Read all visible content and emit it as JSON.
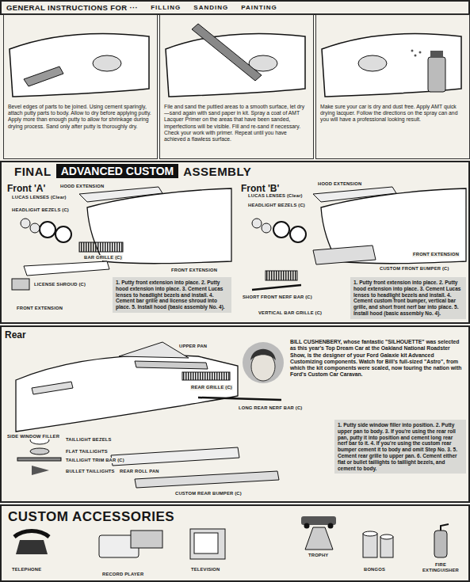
{
  "diagram": {
    "nodes": [
      {
        "text": [
          "GENERAL INSTRUCTIONS FOR ···",
          "FILLING",
          "SANDING",
          "PAINTING"
        ]
      },
      {
        "text": [
          "Bevel edges of parts to be joined. Using cement sparingly, attach putty parts to body. Allow to dry before applying putty. Apply more than enough putty to allow for shrinkage during drying process. Sand only after putty is thoroughly dry."
        ],
        "in": 0
      },
      {
        "text": [
          "File and sand the puttied areas to a smooth surface, let dry—sand again with sand paper in kit. Spray a coat of AMT Lacquer Primer on the areas that have been sanded, imperfections will be visible. Fill and re-sand if necessary. Check your work with primer. Repeat until you have achieved a flawless surface."
        ],
        "in": 0
      },
      {
        "text": [
          "Make sure your car is dry and dust free. Apply AMT quick drying lacquer. Follow the directions on the spray can and you will have a professional looking result."
        ],
        "in": 0
      },
      {
        "text": [
          "FINAL",
          "ADVANCED CUSTOM",
          "ASSEMBLY"
        ]
      },
      {
        "text": [
          "Front 'A'"
        ],
        "in": 4
      },
      {
        "text": [
          "1. Putty front extension into place. 2. Putty hood extension into place. 3. Cement Lucas lenses to headlight bezels and install. 4. Cement bar grille and license shroud into place. 5. Install hood (basic assembly No. 4)."
        ],
        "in": 5
      },
      {
        "text": [
          "Front 'B'"
        ],
        "in": 4
      },
      {
        "text": [
          "1. Putty front extension into place. 2. Putty hood extension into place. 3. Cement Lucas lenses to headlight bezels and install. 4. Cement custom front bumper, vertical bar grille, and short front nerf bar into place. 5. Install hood (basic assembly No. 4)."
        ],
        "in": 7
      },
      {
        "text": [
          "Rear"
        ]
      },
      {
        "text": [
          "1. Putty side window filler into position. 2. Putty upper pan to body. 3. If you're using the rear roll pan, putty it into position and cement long rear nerf bar to it. 4. If you're using the custom rear bumper cement it to body and omit Step No. 3. 5. Cement rear grille to upper pan. 6. Cement either flat or bullet taillights to taillight bezels, and cement to body."
        ],
        "in": 9
      },
      {
        "text": [
          "CUSTOM ACCESSORIES"
        ]
      }
    ],
    "labels": [
      "HOOD EXTENSION",
      "LUCAS LENSES (Clear)",
      "HEADLIGHT BEZELS (C)",
      "FRONT EXTENSION",
      "BAR GRILLE (C)",
      "LICENSE SHROUD (C)",
      "FRONT EXTENSION",
      "HOOD EXTENSION",
      "LUCAS LENSES (Clear)",
      "HEADLIGHT BEZELS (C)",
      "FRONT EXTENSION",
      "CUSTOM FRONT BUMPER (C)",
      "SHORT FRONT NERF BAR (C)",
      "VERTICAL BAR GRILLE (C)",
      "UPPER PAN",
      "REAR GRILLE (C)",
      "LONG REAR NERF BAR (C)",
      "SIDE WINDOW FILLER",
      "TAILLIGHT BEZELS",
      "FLAT TAILLIGHTS",
      "TAILLIGHT TRIM BAR (C)",
      "BULLET TAILLIGHTS",
      "REAR ROLL PAN",
      "CUSTOM REAR BUMPER (C)",
      "BILL CUSHENBERY, whose fantastic \"SILHOUETTE\" was selected as this year's Top Dream Car at the Oakland National Roadster Show, is the designer of your Ford Galaxie kit Advanced Customizing components. Watch for Bill's full-sized \"Astro\", from which the kit components were scaled, now touring the nation with Ford's Custom Car Caravan.",
      "TELEPHONE",
      "RECORD PLAYER",
      "TELEVISION",
      "TROPHY",
      "BONGOS",
      "FIRE EXTINGUISHER"
    ]
  }
}
